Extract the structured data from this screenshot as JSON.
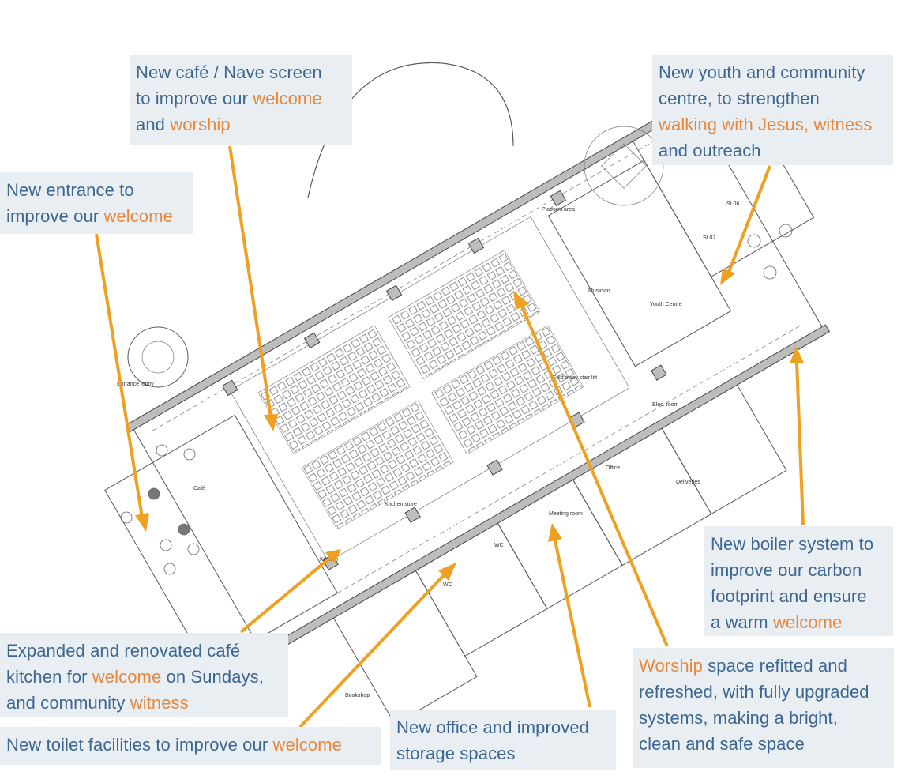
{
  "plan_labels": {
    "entrance_lobby": "Entrance lobby",
    "cafe": "Café",
    "kitchen_store": "Kitchen store",
    "kitchen": "Kitchen",
    "wc1": "WC",
    "wc2": "WC",
    "meeting_room": "Meeting room",
    "office": "Office",
    "deliveries": "Deliveries",
    "platform_area": "Platform area",
    "musician": "Musician",
    "youth_centre": "Youth Centre",
    "fold_away": "Fold away stair lift",
    "elec_room": "Elec. room",
    "st06": "St.06",
    "st07": "St.07",
    "bookshop": "Bookshop"
  },
  "callouts": {
    "cafe_screen": {
      "l1": "New café / Nave screen",
      "l2a": "to improve our ",
      "l2b": "welcome",
      "l3a": "and ",
      "l3b": "worship"
    },
    "entrance": {
      "l1": "New entrance to",
      "l2a": "improve our ",
      "l2b": "welcome"
    },
    "youth": {
      "l1": "New youth and community",
      "l2": "centre, to strengthen",
      "l3": "walking with Jesus, witness",
      "l4": "and outreach"
    },
    "boiler": {
      "l1": "New boiler system to",
      "l2": "improve our carbon",
      "l3": "footprint and ensure",
      "l4a": "a warm ",
      "l4b": "welcome"
    },
    "kitchen": {
      "l1": "Expanded and renovated café",
      "l2a": "kitchen for ",
      "l2b": "welcome",
      "l2c": " on Sundays,",
      "l3a": "and community ",
      "l3b": "witness"
    },
    "worship": {
      "l1a": "Worship",
      "l1b": " space refitted and",
      "l2": "refreshed, with fully upgraded",
      "l3": "systems, making a bright,",
      "l4": "clean and safe space"
    },
    "toilet": {
      "l1a": "New toilet facilities to improve our ",
      "l1b": "welcome"
    },
    "office": {
      "l1": "New office and improved",
      "l2": "storage spaces"
    }
  },
  "colors": {
    "callout_text": "#3d6791",
    "highlight": "#e8873a",
    "callout_bg": "#e9eef3",
    "arrow": "#f0a020"
  }
}
